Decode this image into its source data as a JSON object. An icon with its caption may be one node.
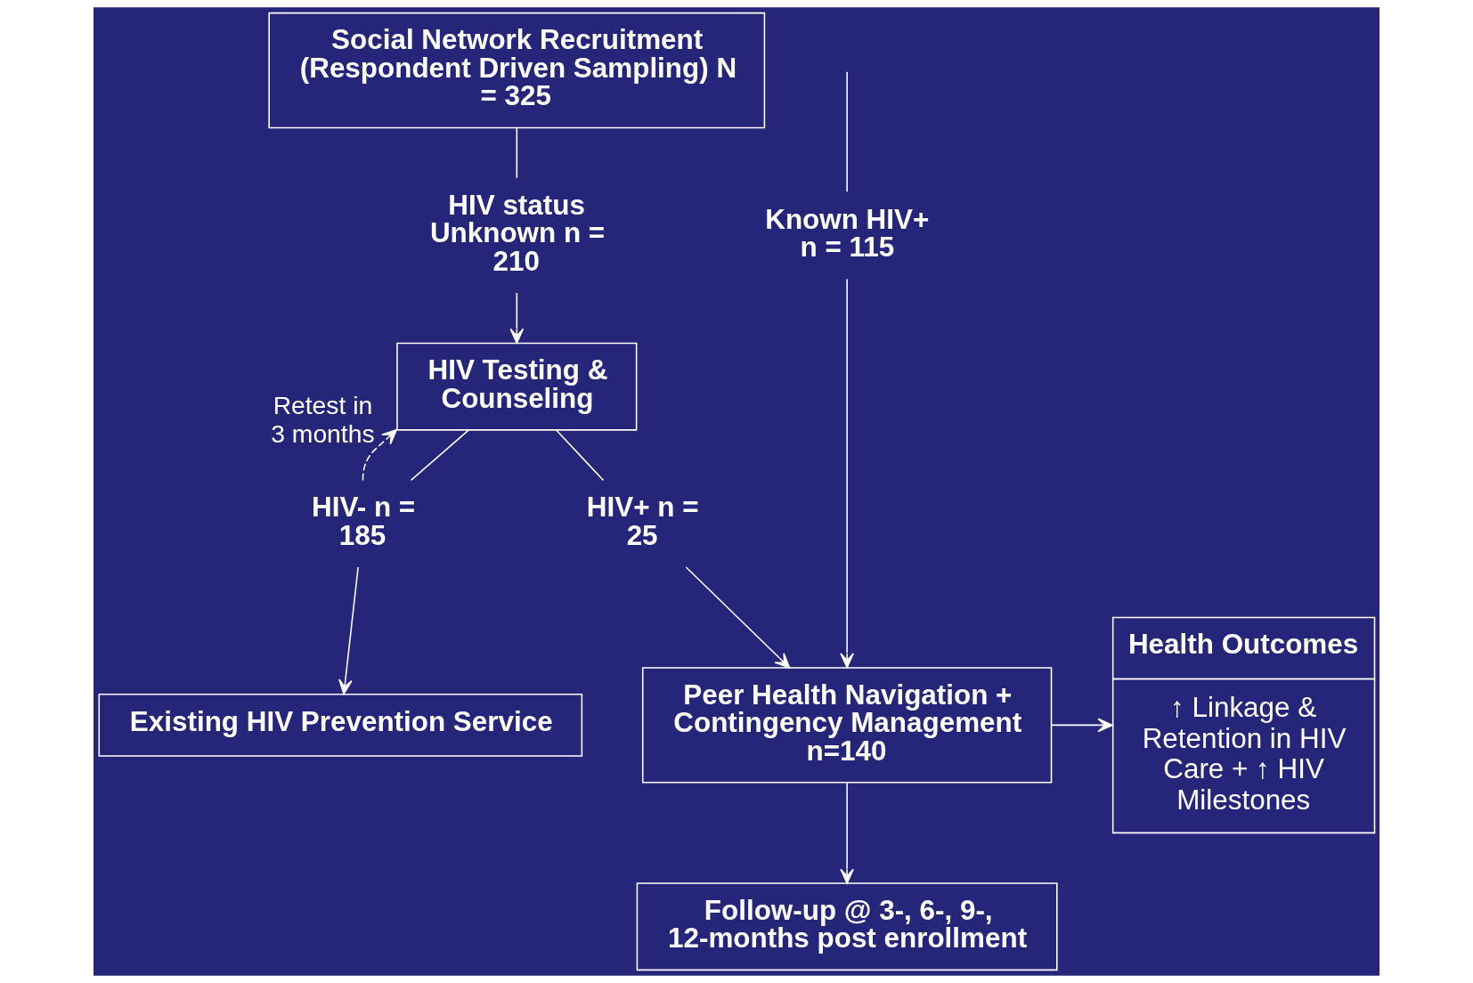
{
  "diagram": {
    "nodes": [
      {
        "text": [
          "Social Network Recruitment (Respondent Driven Sampling) N = 325"
        ]
      },
      {
        "text": [
          "HIV status Unknown n = 210"
        ]
      },
      {
        "text": [
          "Known HIV+ n = 115"
        ]
      },
      {
        "text": [
          "HIV Testing & Counseling"
        ]
      },
      {
        "text": [
          "HIV- n = 185"
        ]
      },
      {
        "text": [
          "Existing HIV Prevention Service"
        ]
      },
      {
        "text": [
          "HIV+ n = 25"
        ]
      },
      {
        "text": [
          "Peer Health Navigation + Contingency Management n=140"
        ]
      },
      {
        "text": [
          "Follow-up @ 3-, 6-, 9-, 12-months post enrollment"
        ]
      },
      {
        "text": [
          "Health Outcomes",
          "↑ Linkage & Retention in HIV Care + ↑ HIV Milestones"
        ]
      }
    ],
    "edges": [
      {
        "from": 0,
        "to": 1,
        "arrow": "none"
      },
      {
        "from": 1,
        "to": 3,
        "arrow": "to"
      },
      {
        "from": null,
        "to": 2,
        "arrow": "none"
      },
      {
        "from": 2,
        "to": 7,
        "arrow": "to"
      },
      {
        "from": 3,
        "to": 4,
        "arrow": "none"
      },
      {
        "from": 4,
        "to": 5,
        "arrow": "to"
      },
      {
        "from": 4,
        "to": 3,
        "arrow": "to",
        "style": "dashed",
        "label": "Retest in 3 months"
      },
      {
        "from": 3,
        "to": 6,
        "arrow": "none"
      },
      {
        "from": 6,
        "to": 7,
        "arrow": "to"
      },
      {
        "from": 7,
        "to": 9,
        "arrow": "to"
      },
      {
        "from": 7,
        "to": 8,
        "arrow": "to"
      }
    ]
  }
}
